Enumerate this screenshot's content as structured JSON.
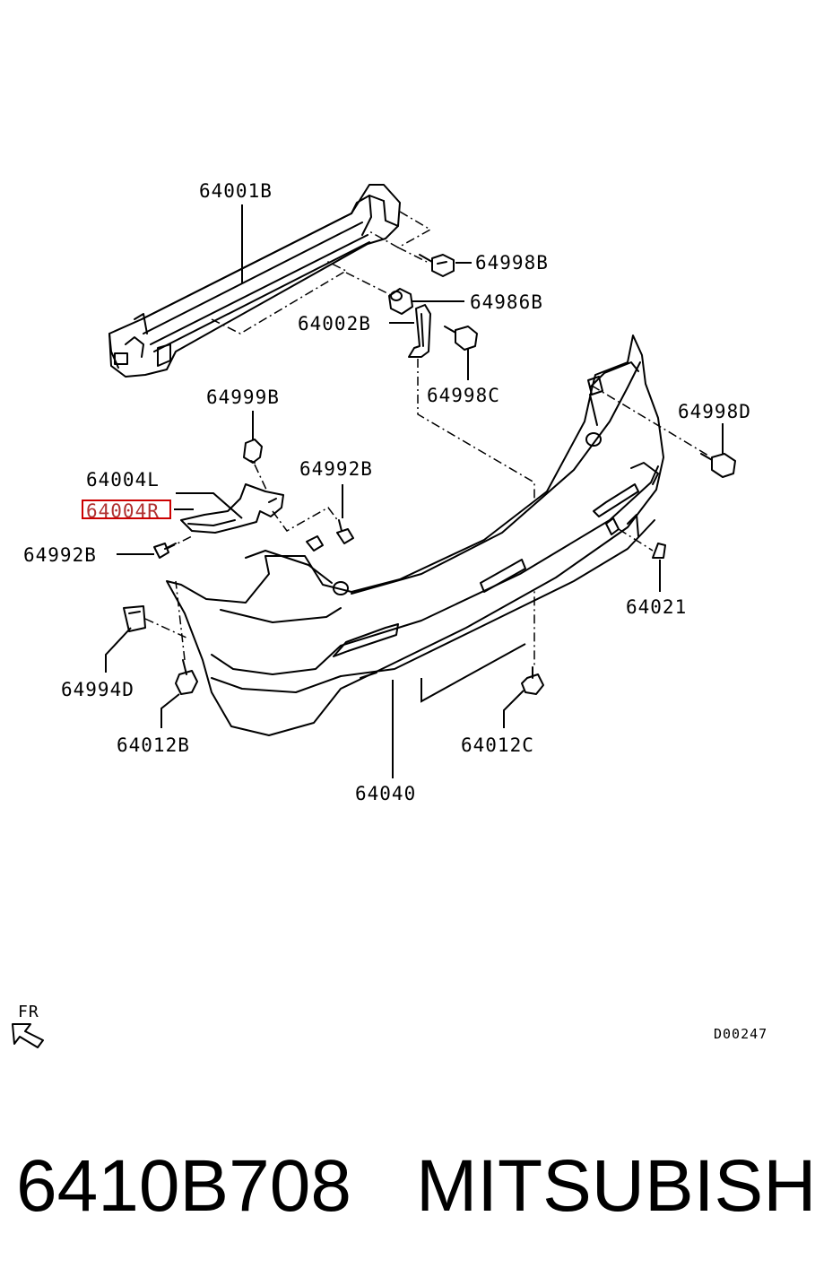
{
  "part_labels": {
    "p64001B": "64001B",
    "p64998B": "64998B",
    "p64986B": "64986B",
    "p64002B": "64002B",
    "p64998C": "64998C",
    "p64999B": "64999B",
    "p64998D": "64998D",
    "p64992B_upper": "64992B",
    "p64004L": "64004L",
    "p64004R": "64004R",
    "p64992B_left": "64992B",
    "p64021": "64021",
    "p64994D": "64994D",
    "p64012B": "64012B",
    "p64012C": "64012C",
    "p64040": "64040"
  },
  "direction_indicator": "FR",
  "diagram_code": "D00247",
  "footer": {
    "part_number": "6410B708",
    "brand": "MITSUBISHI"
  },
  "colors": {
    "line": "#000000",
    "highlight_box": "#cc0000",
    "background": "#ffffff"
  }
}
